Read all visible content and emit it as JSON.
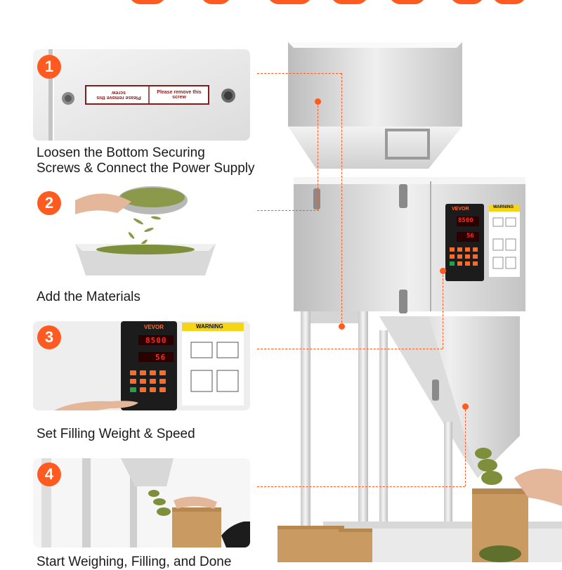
{
  "colors": {
    "accent": "#ff5a1f",
    "steel_light": "#e8e8e8",
    "steel_mid": "#cfcfcf",
    "steel_dark": "#a8a8a8",
    "panel_black": "#1c1c1c",
    "led_red": "#ff2a1a",
    "button_orange": "#ff6a28",
    "button_green": "#1fa24a",
    "kraft": "#c99b62",
    "tea_green": "#7d8f3a",
    "warning_yellow": "#f6d417"
  },
  "steps": [
    {
      "number": "1",
      "caption": "Loosen the Bottom Securing\nScrews & Connect the Power Supply",
      "label_a": "Please remove this screw",
      "label_b": "Please remove this screw"
    },
    {
      "number": "2",
      "caption": "Add the Materials"
    },
    {
      "number": "3",
      "caption": "Set Filling  Weight & Speed",
      "brand": "VEVOR",
      "display_top": "8500",
      "display_bottom": "56",
      "warning": "WARNING"
    },
    {
      "number": "4",
      "caption": "Start Weighing, Filling, and Done"
    }
  ],
  "machine": {
    "brand": "VEVOR",
    "display_top": "8500",
    "display_bottom": "56",
    "warning": "WARNING"
  }
}
